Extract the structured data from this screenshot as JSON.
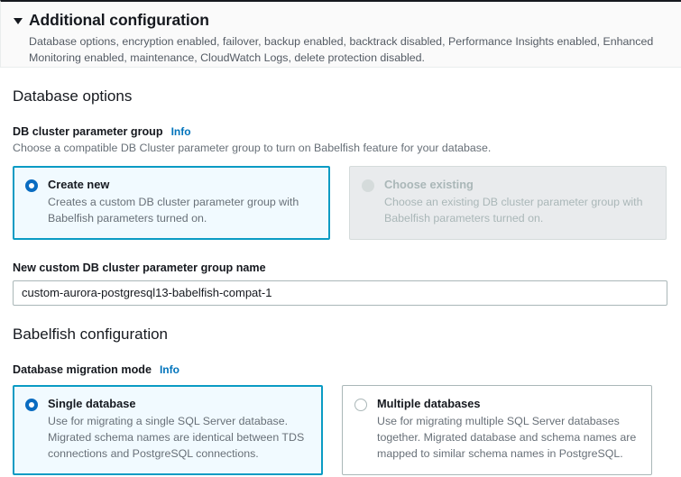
{
  "additional_configuration": {
    "caret_icon": "caret-down-icon",
    "title": "Additional configuration",
    "summary": "Database options, encryption enabled, failover, backup enabled, backtrack disabled, Performance Insights enabled, Enhanced Monitoring enabled, maintenance, CloudWatch Logs, delete protection disabled."
  },
  "database_options": {
    "heading": "Database options",
    "parameter_group": {
      "label": "DB cluster parameter group",
      "info_label": "Info",
      "description": "Choose a compatible DB Cluster parameter group to turn on Babelfish feature for your database.",
      "options": [
        {
          "id": "create-new",
          "title": "Create new",
          "description": "Creates a custom DB cluster parameter group with Babelfish parameters turned on.",
          "selected": true,
          "disabled": false
        },
        {
          "id": "choose-existing",
          "title": "Choose existing",
          "description": "Choose an existing DB cluster parameter group with Babelfish parameters turned on.",
          "selected": false,
          "disabled": true
        }
      ]
    },
    "new_group_name": {
      "label": "New custom DB cluster parameter group name",
      "value": "custom-aurora-postgresql13-babelfish-compat-1",
      "placeholder": ""
    }
  },
  "babelfish_configuration": {
    "heading": "Babelfish configuration",
    "migration_mode": {
      "label": "Database migration mode",
      "info_label": "Info",
      "options": [
        {
          "id": "single-database",
          "title": "Single database",
          "description": "Use for migrating a single SQL Server database. Migrated schema names are identical between TDS connections and PostgreSQL connections.",
          "selected": true,
          "disabled": false
        },
        {
          "id": "multiple-databases",
          "title": "Multiple databases",
          "description": "Use for migrating multiple SQL Server databases together. Migrated database and schema names are mapped to similar schema names in PostgreSQL.",
          "selected": false,
          "disabled": false
        }
      ]
    }
  },
  "colors": {
    "accent_blue": "#0073bb",
    "selected_border": "#0a9bc4",
    "selected_bg": "#f1faff",
    "radio_on": "#0a6cc1",
    "disabled_bg": "#e9ebed",
    "text_primary": "#16191f",
    "text_secondary": "#687078"
  }
}
